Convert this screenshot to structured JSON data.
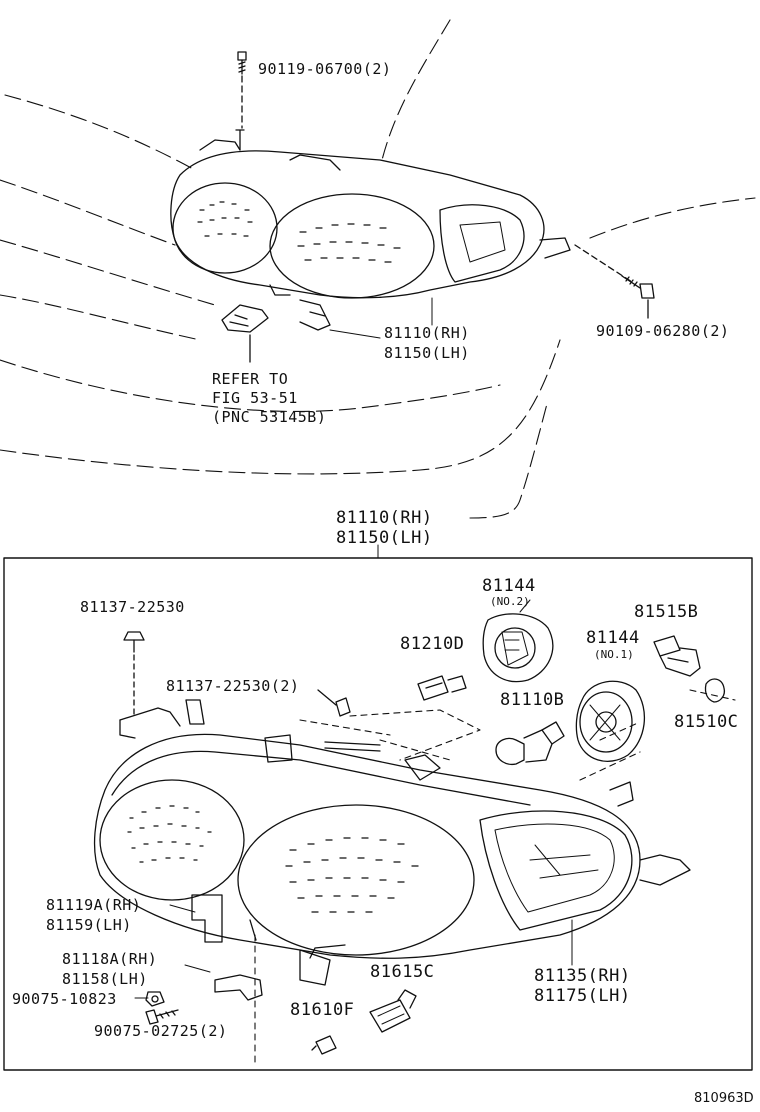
{
  "labels": {
    "bolt_top": "90119-06700(2)",
    "bolt_right": "90109-06280(2)",
    "assy_top_rh": "81110(RH)",
    "assy_top_lh": "81150(LH)",
    "refer_1": "REFER TO",
    "refer_2": "FIG 53-51",
    "refer_3": "(PNC 53145B)",
    "assy_box_rh": "81110(RH)",
    "assy_box_lh": "81150(LH)",
    "clip_single": "81137-22530",
    "clip_double": "81137-22530(2)",
    "socket_81210d": "81210D",
    "bulb_81144_a": "81144",
    "bulb_81144_a_note": "(NO.2)",
    "bulb_81144_b": "81144",
    "bulb_81144_b_note": "(NO.1)",
    "bulb_81515b": "81515B",
    "bulb_81110b": "81110B",
    "bulb_81510c": "81510C",
    "bracket_rh": "81119A(RH)",
    "bracket_lh": "81159(LH)",
    "bracket2_rh": "81118A(RH)",
    "bracket2_lh": "81158(LH)",
    "nut": "90075-10823",
    "screw": "90075-02725(2)",
    "socket_81615c": "81615C",
    "bulb_81610f": "81610F",
    "lens_rh": "81135(RH)",
    "lens_lh": "81175(LH)",
    "figure_code": "810963D"
  }
}
